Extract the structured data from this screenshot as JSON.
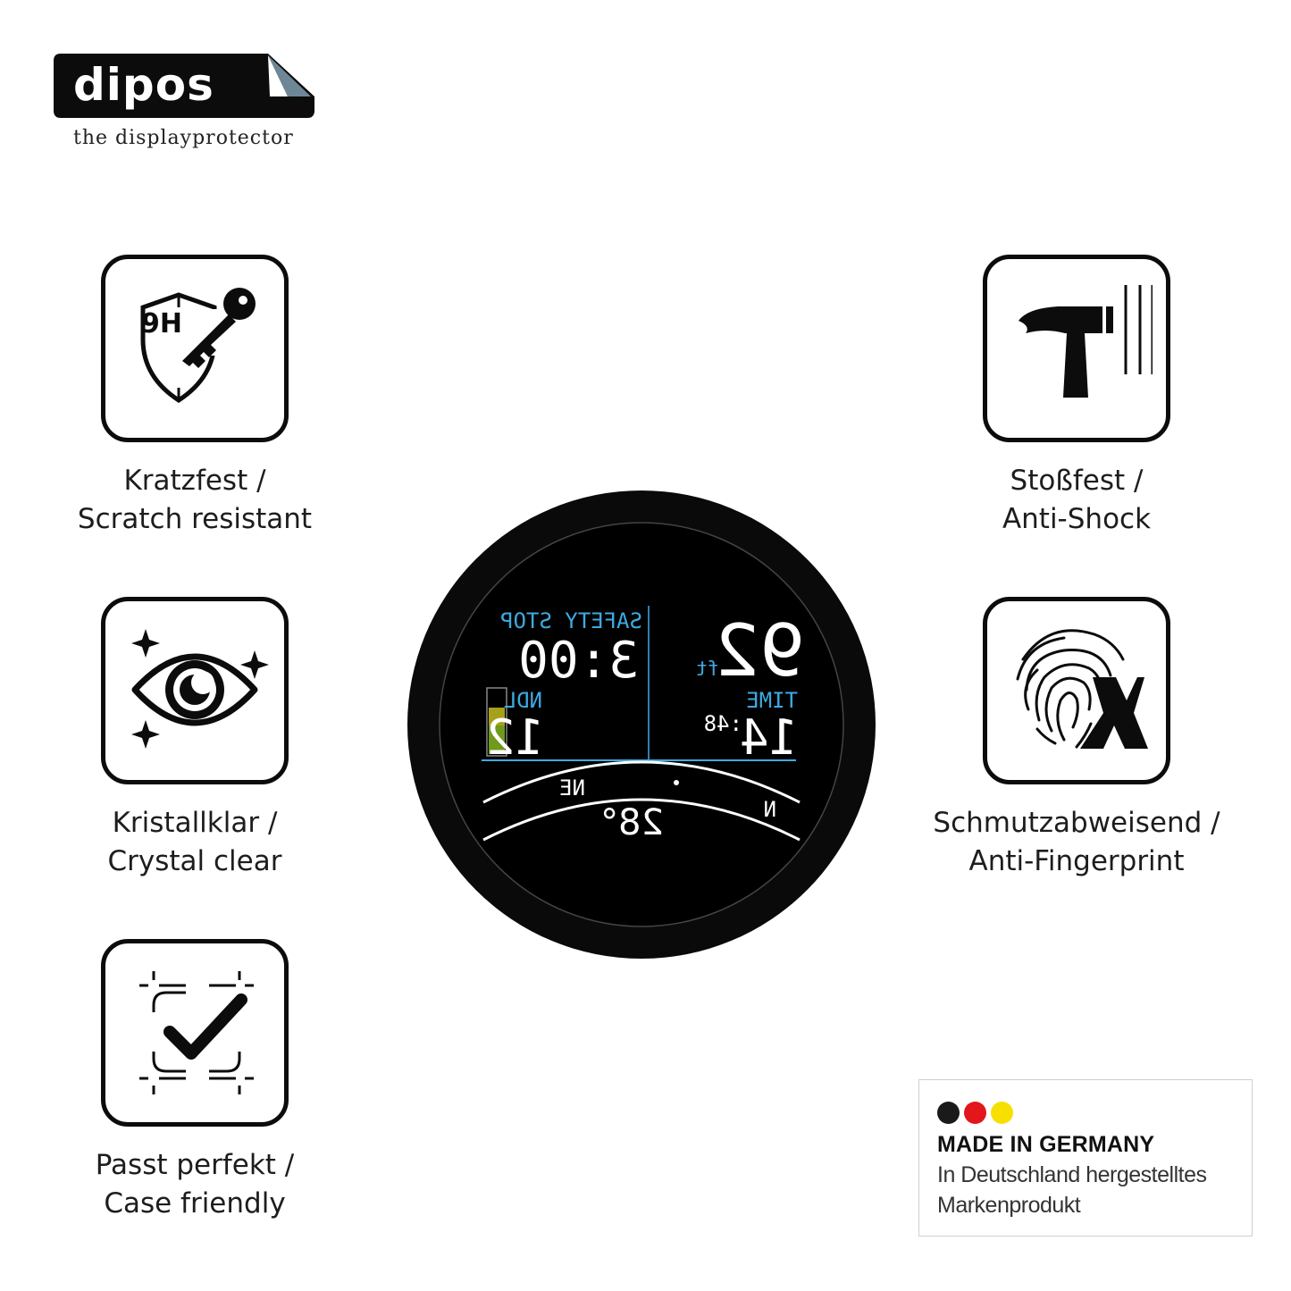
{
  "brand": {
    "name": "dipos",
    "tagline": "the displayprotector"
  },
  "features": [
    {
      "id": "scratch",
      "icon": "shield-key-icon",
      "badge_text": "9H",
      "line1": "Kratzfest /",
      "line2": "Scratch resistant"
    },
    {
      "id": "clear",
      "icon": "eye-sparkle-icon",
      "line1": "Kristallklar /",
      "line2": "Crystal clear"
    },
    {
      "id": "case",
      "icon": "frame-check-icon",
      "line1": "Passt perfekt /",
      "line2": "Case friendly"
    },
    {
      "id": "shock",
      "icon": "hammer-icon",
      "line1": "Stoßfest /",
      "line2": "Anti-Shock"
    },
    {
      "id": "finger",
      "icon": "fingerprint-x-icon",
      "line1": "Schmutzabweisend /",
      "line2": "Anti-Fingerprint"
    }
  ],
  "watch": {
    "safety_stop_label": "SAFETY STOP",
    "safety_stop_value": "3:00",
    "depth_value": "92",
    "depth_unit": "ft",
    "ndl_label": "NDL",
    "ndl_value": "12",
    "time_label": "TIME",
    "time_value_main": "14",
    "time_value_sec": ":48",
    "heading_ne": "NE",
    "heading_n": "N",
    "heading_deg": "28°",
    "accent_color": "#3fa9e0"
  },
  "made_in": {
    "title": "MADE IN GERMANY",
    "line1": "In Deutschland hergestelltes",
    "line2": "Markenprodukt",
    "flag_colors": [
      "#1a1a1a",
      "#e3161b",
      "#f7e000"
    ]
  }
}
